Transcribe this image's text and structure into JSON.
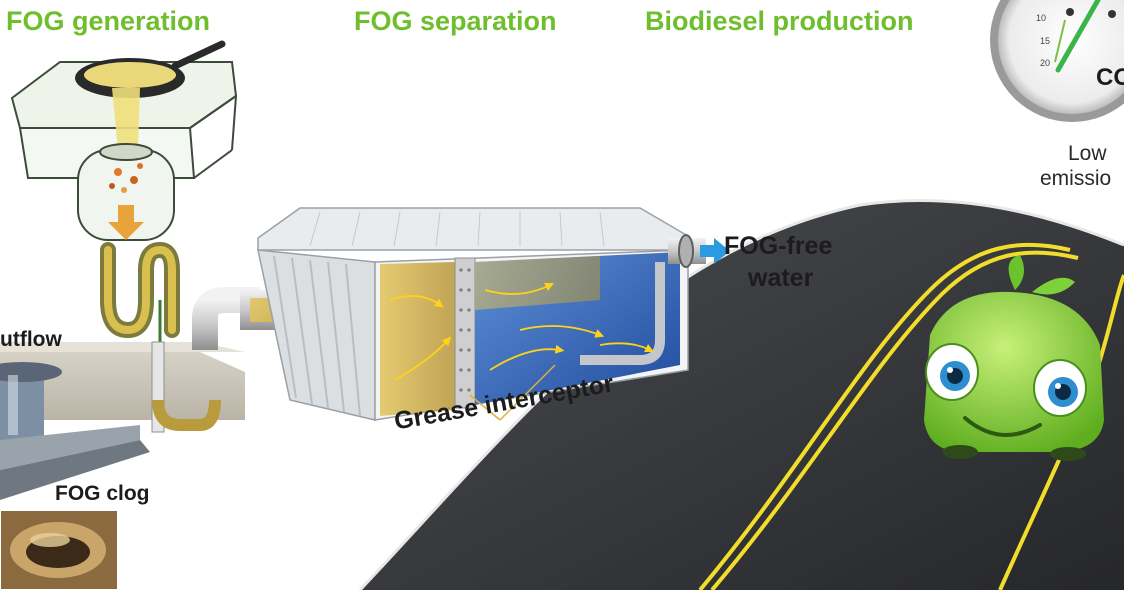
{
  "stages": {
    "generation": "FOG generation",
    "separation": "FOG separation",
    "production": "Biodiesel production"
  },
  "labels": {
    "outflow": "utflow",
    "fog_clog": "FOG clog",
    "grease_interceptor": "Grease interceptor",
    "fog_free_water_line1": "FOG-free",
    "fog_free_water_line2": "water",
    "gauge_text": "CO",
    "low": "Low",
    "emission": "emissio"
  },
  "gauge": {
    "ticks": [
      "10",
      "15",
      "20"
    ]
  },
  "colors": {
    "heading_green": "#6fbe2e",
    "arrow_blue": "#2a9be0",
    "road_yellow": "#f2de2a",
    "car_green": "#8dd43a",
    "water_blue": "#2d63b8",
    "grease_yellow": "#d8b64a"
  }
}
